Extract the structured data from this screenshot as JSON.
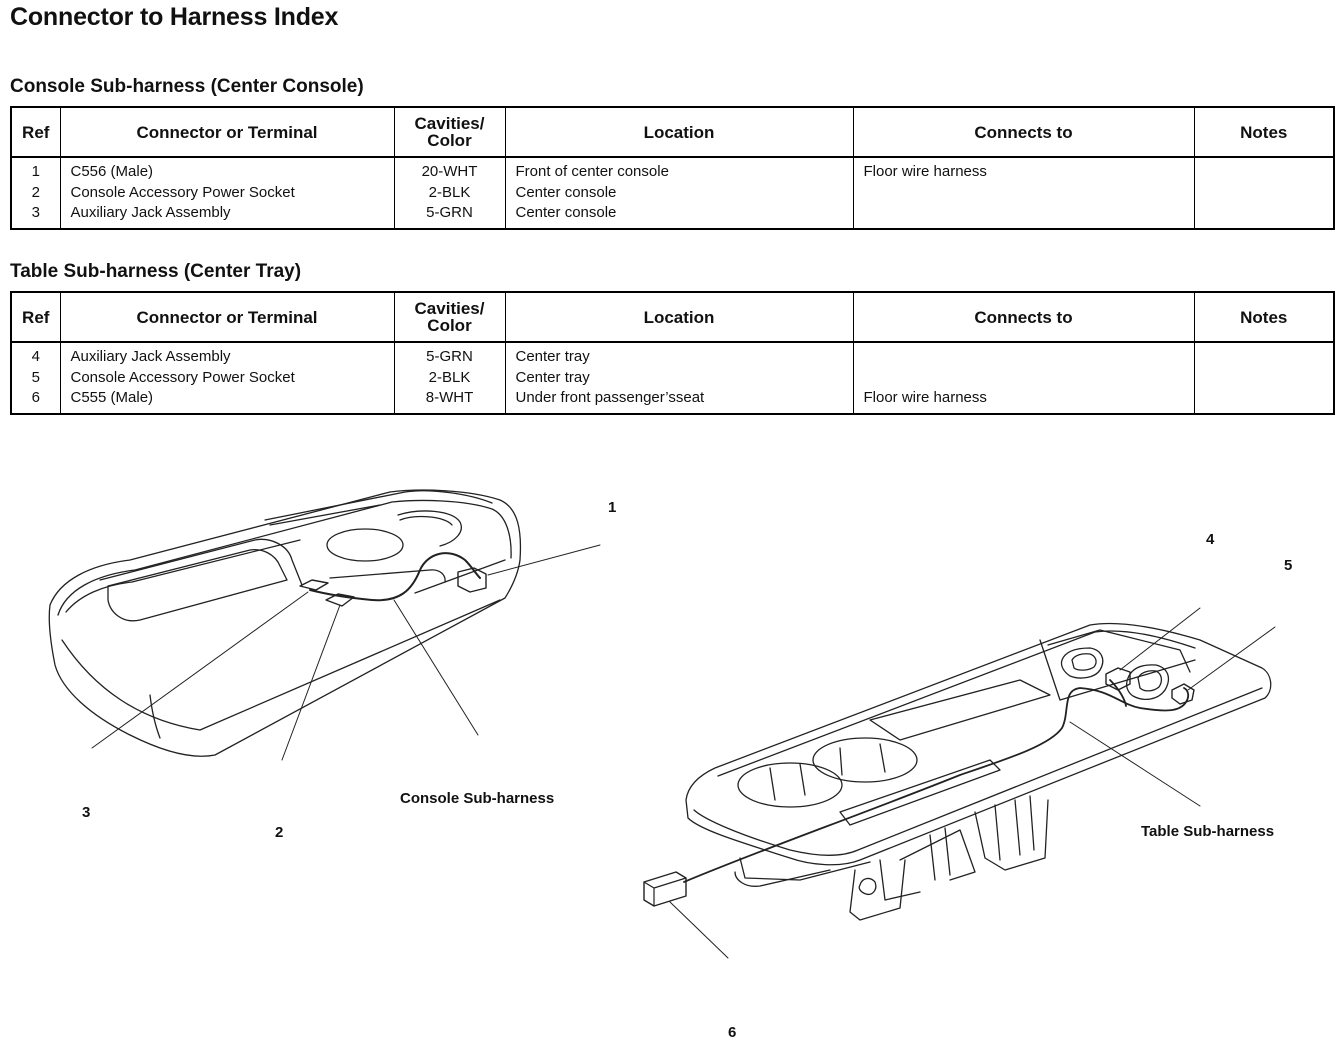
{
  "page": {
    "title": "Connector to Harness Index"
  },
  "columns": {
    "ref": "Ref",
    "connector": "Connector or Terminal",
    "cavities_line1": "Cavities/",
    "cavities_line2": "Color",
    "location": "Location",
    "connects_to": "Connects to",
    "notes": "Notes"
  },
  "console_section": {
    "title": "Console Sub-harness (Center Console)",
    "rows": [
      {
        "ref": "1",
        "connector": "C556 (Male)",
        "cavities": "20-WHT",
        "location": "Front of center console",
        "connects_to": "Floor wire harness",
        "notes": ""
      },
      {
        "ref": "2",
        "connector": "Console Accessory Power Socket",
        "cavities": "2-BLK",
        "location": "Center console",
        "connects_to": "",
        "notes": ""
      },
      {
        "ref": "3",
        "connector": "Auxiliary Jack Assembly",
        "cavities": "5-GRN",
        "location": "Center console",
        "connects_to": "",
        "notes": ""
      }
    ]
  },
  "table_section": {
    "title": "Table Sub-harness (Center Tray)",
    "rows": [
      {
        "ref": "4",
        "connector": "Auxiliary Jack Assembly",
        "cavities": "5-GRN",
        "location": "Center tray",
        "connects_to": "",
        "notes": ""
      },
      {
        "ref": "5",
        "connector": "Console Accessory Power Socket",
        "cavities": "2-BLK",
        "location": "Center tray",
        "connects_to": "",
        "notes": ""
      },
      {
        "ref": "6",
        "connector": "C555 (Male)",
        "cavities": "8-WHT",
        "location": "Under front passenger’sseat",
        "connects_to": "Floor wire harness",
        "notes": ""
      }
    ]
  },
  "diagram": {
    "callouts": [
      "1",
      "2",
      "3",
      "4",
      "5",
      "6"
    ],
    "console_harness_label": "Console Sub-harness",
    "table_harness_label": "Table Sub-harness"
  }
}
